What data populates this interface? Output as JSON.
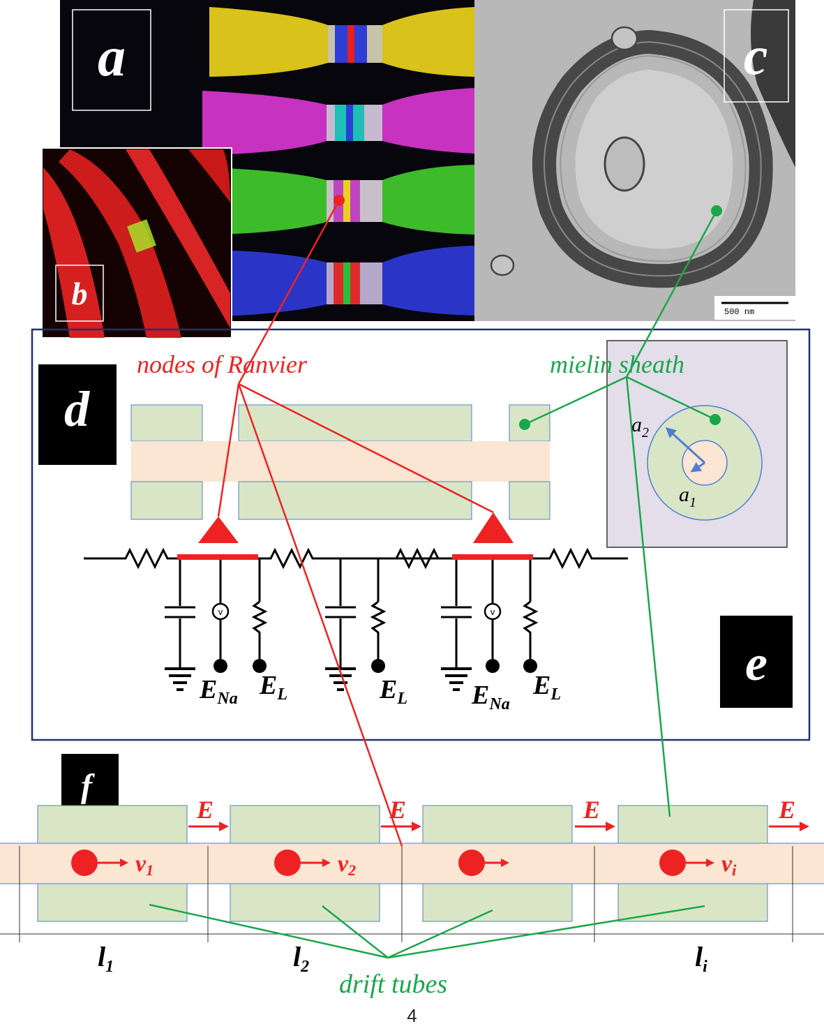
{
  "panels": {
    "a": "a",
    "b": "b",
    "c": "c",
    "d": "d",
    "e": "e",
    "f": "f"
  },
  "labels": {
    "nodes_of_ranvier": "nodes of Ranvier",
    "mielin_sheath": "mielin sheath",
    "drift_tubes": "drift tubes",
    "scale_bar": "500 nm",
    "a1_base": "a",
    "a1_sub": "1",
    "a2_base": "a",
    "a2_sub": "2",
    "e_na_base": "E",
    "e_na_sub": "Na",
    "e_l_base": "E",
    "e_l_sub": "L",
    "field": "E",
    "v_base": "v",
    "v1_sub": "1",
    "v2_sub": "2",
    "vi_sub": "i",
    "l_base": "l",
    "l1_sub": "1",
    "l2_sub": "2",
    "li_sub": "i"
  },
  "page_number": "4",
  "colors": {
    "node_red": "#ee2222",
    "sheath_green": "#1aa64b",
    "tube_fill": "#d9e6c6",
    "axon_fill": "#fbe5d3",
    "outline_blue": "#4f7fd0",
    "box_navy": "#1f3468",
    "inset_lavender": "#e3deea"
  }
}
